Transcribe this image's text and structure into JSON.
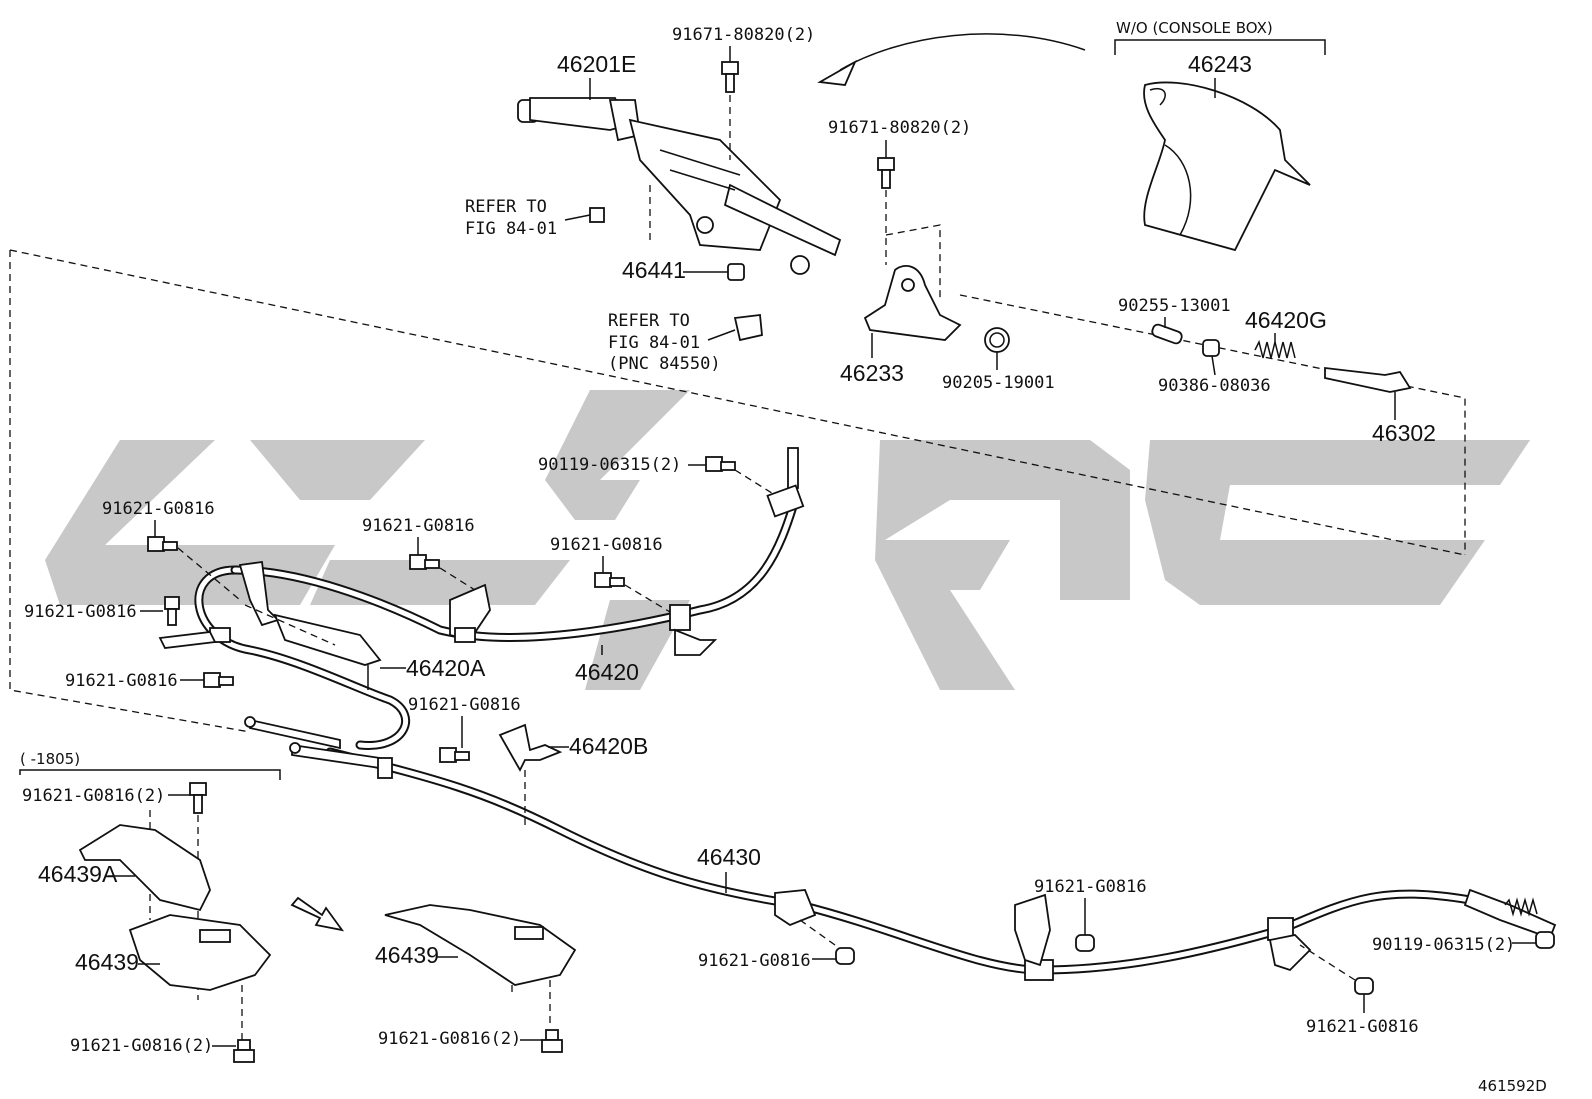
{
  "diagram": {
    "figure_code": "461592D",
    "watermark": "parts catalog watermark",
    "group_labels": {
      "wo_console": "W/O (CONSOLE BOX)",
      "date_range": "(      -1805)"
    },
    "parts": {
      "p46201E": "46201E",
      "p46243": "46243",
      "p91671_top": "91671-80820(2)",
      "p91671_mid": "91671-80820(2)",
      "refer1_line1": "REFER TO",
      "refer1_line2": "FIG 84-01",
      "p46441": "46441",
      "refer2_line1": "REFER TO",
      "refer2_line2": "FIG 84-01",
      "refer2_line3": "(PNC 84550)",
      "p46233": "46233",
      "p90205": "90205-19001",
      "p90255": "90255-13001",
      "p46420G": "46420G",
      "p90386": "90386-08036",
      "p46302": "46302",
      "p90119_a": "90119-06315(2)",
      "p91621_a": "91621-G0816",
      "p91621_b": "91621-G0816",
      "p91621_c": "91621-G0816",
      "p91621_d": "91621-G0816",
      "p91621_e": "91621-G0816",
      "p46420A": "46420A",
      "p46420": "46420",
      "p91621_f": "91621-G0816",
      "p46420B": "46420B",
      "p91621_g": "91621-G0816(2)",
      "p46439A": "46439A",
      "p46439_left": "46439",
      "p46439_mid": "46439",
      "p46430": "46430",
      "p91621_h": "91621-G0816",
      "p91621_i": "91621-G0816",
      "p90119_b": "90119-06315(2)",
      "p91621_j": "91621-G0816",
      "p91621_k": "91621-G0816(2)",
      "p91621_l": "91621-G0816(2)"
    }
  }
}
